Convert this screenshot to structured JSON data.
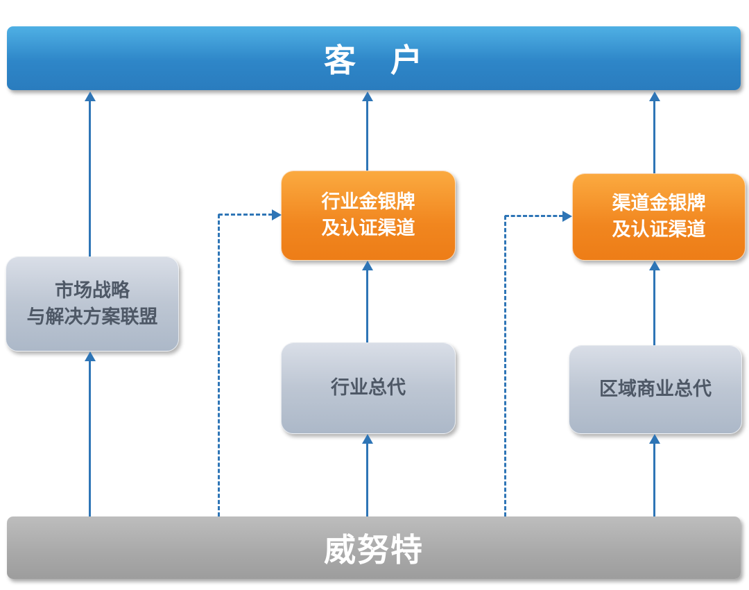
{
  "diagram": {
    "customer": {
      "label": "客　户"
    },
    "venustech": {
      "label": "威努特"
    },
    "alliance": {
      "label": "市场战略\n与解决方案联盟"
    },
    "industry_gold_silver": {
      "label": "行业金银牌\n及认证渠道"
    },
    "industry_distributor": {
      "label": "行业总代"
    },
    "channel_gold_silver": {
      "label": "渠道金银牌\n及认证渠道"
    },
    "regional_distributor": {
      "label": "区域商业总代"
    },
    "colors": {
      "customer_bar": "#2E86C8",
      "venustech_bar": "#A8A8A8",
      "orange_box": "#F1861F",
      "gray_box": "#BDC6D3",
      "arrow": "#2E75B6"
    }
  }
}
